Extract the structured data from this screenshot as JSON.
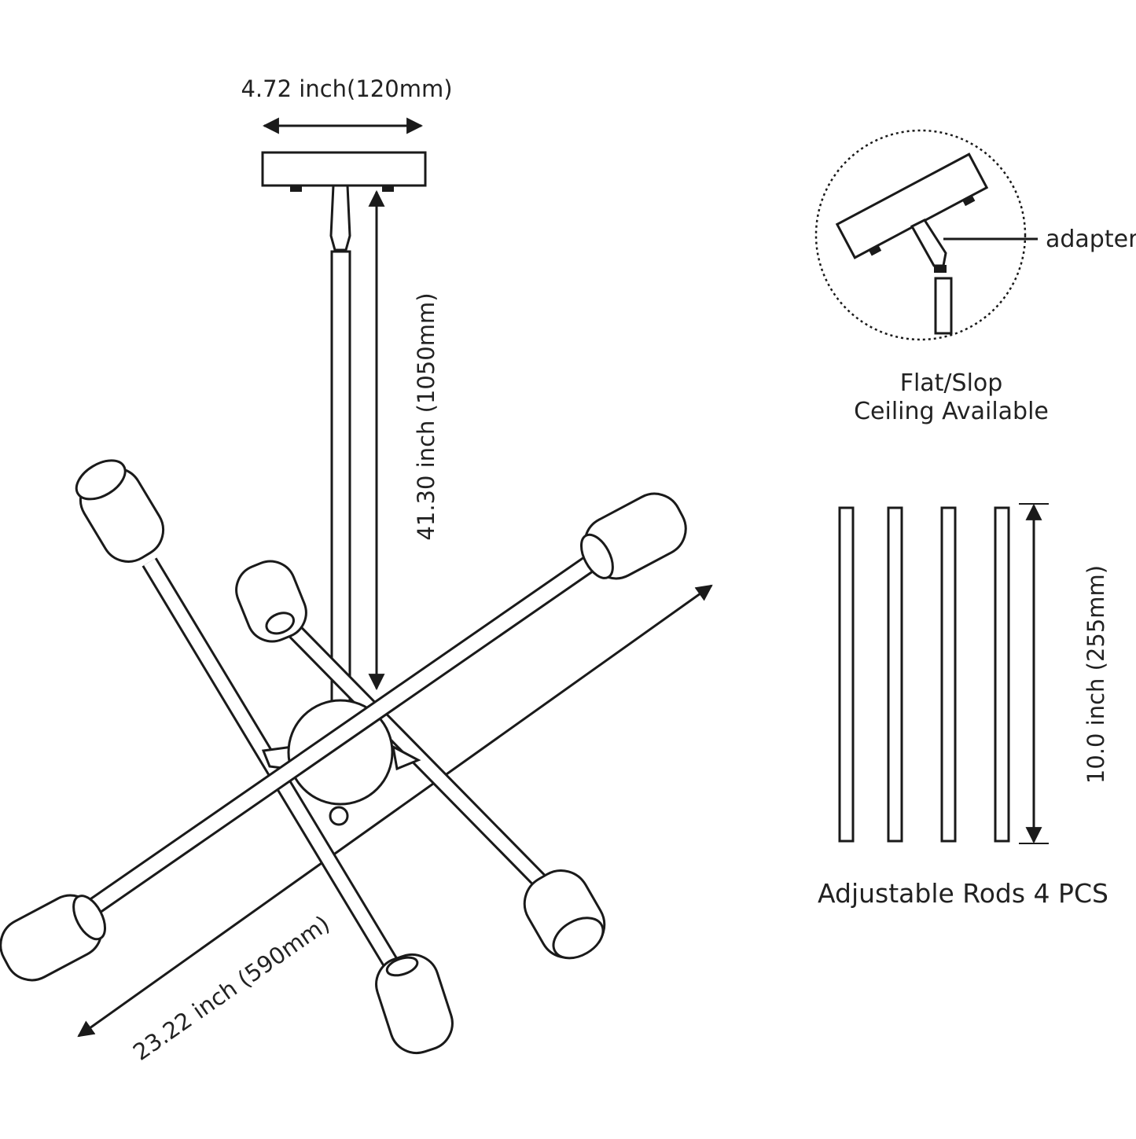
{
  "dimensions": {
    "canopy_width": "4.72 inch(120mm)",
    "overall_height": "41.30 inch (1050mm)",
    "overall_span": "23.22 inch (590mm)",
    "rod_length": "10.0 inch (255mm)"
  },
  "detail": {
    "adapter_label": "adapter",
    "caption_line1": "Flat/Slop",
    "caption_line2": "Ceiling Available"
  },
  "rods": {
    "caption": "Adjustable Rods 4 PCS",
    "count": 4
  },
  "colors": {
    "line": "#1a1a1a",
    "text": "#222222",
    "background": "#ffffff"
  }
}
